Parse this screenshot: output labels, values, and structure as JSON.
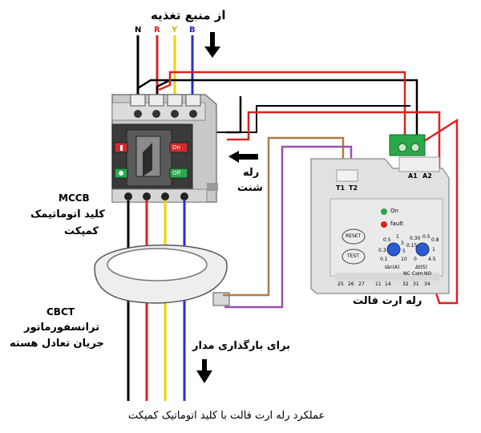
{
  "top_label": "از منبع تغذیه",
  "phases": [
    "N",
    "R",
    "Y",
    "B"
  ],
  "mccb": {
    "code": "MCCB",
    "name_line1": "کلید اتوماتیمک",
    "name_line2": "کمپکت",
    "on_label": "On",
    "off_label": "Off"
  },
  "shunt": {
    "line1": "رله",
    "line2": "شنت"
  },
  "cbct": {
    "code": "CBCT",
    "line1": "ترانسفورماتور",
    "line2": "جریان تعادل هسته"
  },
  "load_label": "برای بارگذاری مدار",
  "relay": {
    "t1": "T1",
    "t2": "T2",
    "a1": "A1",
    "a2": "A2",
    "on": "On",
    "fault": "fault",
    "reset": "RESET",
    "test": "TEST",
    "dial1_scale": [
      "0.5",
      "1",
      "3",
      "5",
      "10",
      "0.1",
      "0.3"
    ],
    "dial1_unit": "IΔn(A)",
    "dial2_scale": [
      "0.30",
      "0.5",
      "0.8",
      "0.15",
      "1",
      "0",
      "4.5"
    ],
    "dial2_unit": "Δt(S)",
    "bottom_terms_left": [
      "25",
      "26",
      "27"
    ],
    "bottom_terms_mid": [
      "11",
      "14"
    ],
    "bottom_terms_right": [
      "NC",
      "Com",
      "NO",
      "32",
      "31",
      "34"
    ],
    "label": "رله ارت فالت"
  },
  "caption": "عملکرد رله ارت فالت با کلید اتوماتیک کمپکت",
  "colors": {
    "neutral": "#000000",
    "red": "#e02020",
    "yellow": "#f2d200",
    "blue": "#2a2ad0",
    "brown": "#b07a45",
    "purple": "#9a50b4",
    "relay_green": "#2aa84a"
  }
}
